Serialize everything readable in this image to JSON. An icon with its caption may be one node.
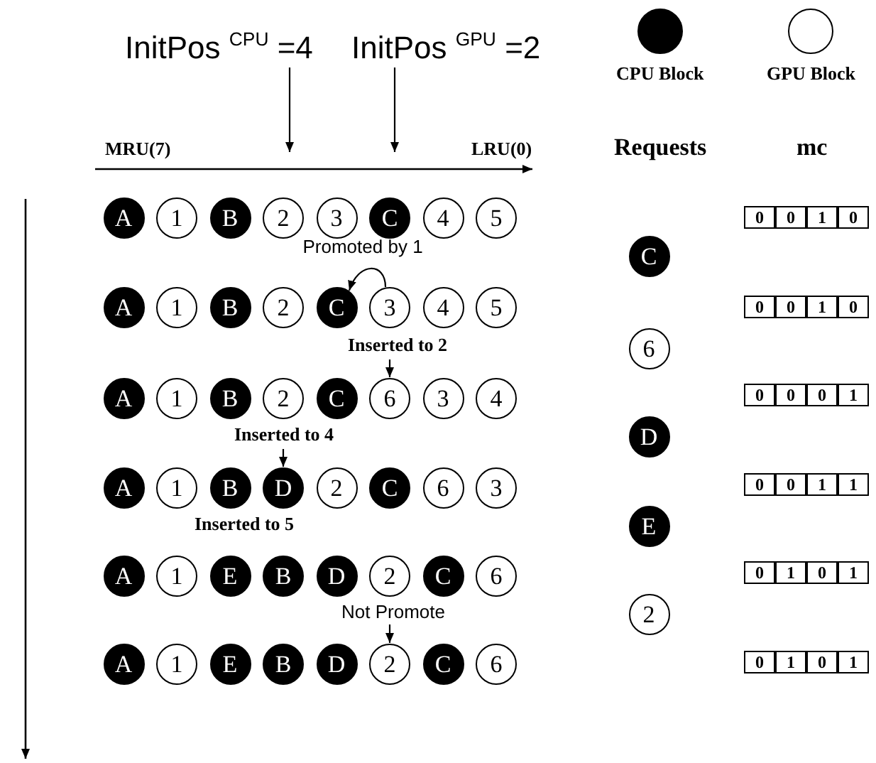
{
  "diagram": {
    "nodes": [
      {
        "text": [
          "InitPos $^{CPU}$ =4"
        ]
      },
      {
        "text": [
          "InitPos $^{GPU}$ =2"
        ]
      },
      {
        "text": [
          "A"
        ]
      },
      {
        "text": [
          "1"
        ]
      },
      {
        "text": [
          "B"
        ]
      },
      {
        "text": [
          "2"
        ]
      },
      {
        "text": [
          "3"
        ]
      },
      {
        "text": [
          "C"
        ]
      },
      {
        "text": [
          "4"
        ]
      },
      {
        "text": [
          "5"
        ]
      },
      {
        "text": [
          "C"
        ]
      },
      {
        "text": [
          "A"
        ]
      },
      {
        "text": [
          "1"
        ]
      },
      {
        "text": [
          "B"
        ]
      },
      {
        "text": [
          "2"
        ]
      },
      {
        "text": [
          "C"
        ]
      },
      {
        "text": [
          "3"
        ]
      },
      {
        "text": [
          "4"
        ]
      },
      {
        "text": [
          "5"
        ]
      },
      {
        "text": [
          "6"
        ]
      },
      {
        "text": [
          "Inserted to 2"
        ]
      },
      {
        "text": [
          "A"
        ]
      },
      {
        "text": [
          "1"
        ]
      },
      {
        "text": [
          "B"
        ]
      },
      {
        "text": [
          "2"
        ]
      },
      {
        "text": [
          "C"
        ]
      },
      {
        "text": [
          "6"
        ]
      },
      {
        "text": [
          "3"
        ]
      },
      {
        "text": [
          "4"
        ]
      },
      {
        "text": [
          "D"
        ]
      },
      {
        "text": [
          "Inserted to 4"
        ]
      },
      {
        "text": [
          "A"
        ]
      },
      {
        "text": [
          "1"
        ]
      },
      {
        "text": [
          "B"
        ]
      },
      {
        "text": [
          "D"
        ]
      },
      {
        "text": [
          "2"
        ]
      },
      {
        "text": [
          "C"
        ]
      },
      {
        "text": [
          "6"
        ]
      },
      {
        "text": [
          "3"
        ]
      },
      {
        "text": [
          "E"
        ]
      },
      {
        "text": [
          "A"
        ]
      },
      {
        "text": [
          "1"
        ]
      },
      {
        "text": [
          "E"
        ]
      },
      {
        "text": [
          "B"
        ]
      },
      {
        "text": [
          "D"
        ]
      },
      {
        "text": [
          "2"
        ]
      },
      {
        "text": [
          "C"
        ]
      },
      {
        "text": [
          "6"
        ]
      },
      {
        "text": [
          "2"
        ]
      },
      {
        "text": [
          "Not Promote"
        ]
      },
      {
        "text": [
          "A"
        ]
      },
      {
        "text": [
          "1"
        ]
      },
      {
        "text": [
          "E"
        ]
      },
      {
        "text": [
          "B"
        ]
      },
      {
        "text": [
          "D"
        ]
      },
      {
        "text": [
          "2"
        ]
      },
      {
        "text": [
          "C"
        ]
      },
      {
        "text": [
          "6"
        ]
      }
    ],
    "edges": [
      {
        "from": 0,
        "to": null,
        "arrow": "to"
      },
      {
        "from": 1,
        "to": null,
        "arrow": "to"
      },
      {
        "from": 16,
        "to": 15,
        "arrow": "to",
        "label": "Promoted by 1"
      },
      {
        "from": 20,
        "to": 26,
        "arrow": "to"
      },
      {
        "from": 30,
        "to": 34,
        "arrow": "to"
      },
      {
        "from": 49,
        "to": 55,
        "arrow": "to"
      }
    ],
    "labels": [
      "MRU(7)",
      "LRU(0)",
      "Requests",
      "mc",
      "0",
      "0",
      "1",
      "0",
      "0",
      "0",
      "1",
      "0",
      "0",
      "0",
      "0",
      "1",
      "0",
      "0",
      "1",
      "1",
      "0",
      "1",
      "0",
      "1",
      "0",
      "1",
      "0",
      "1",
      "Inserted to 5"
    ],
    "legend": [
      {
        "text": "CPU Block",
        "color": "#000000"
      },
      {
        "text": "GPU Block",
        "color": "#ffffff"
      }
    ]
  }
}
